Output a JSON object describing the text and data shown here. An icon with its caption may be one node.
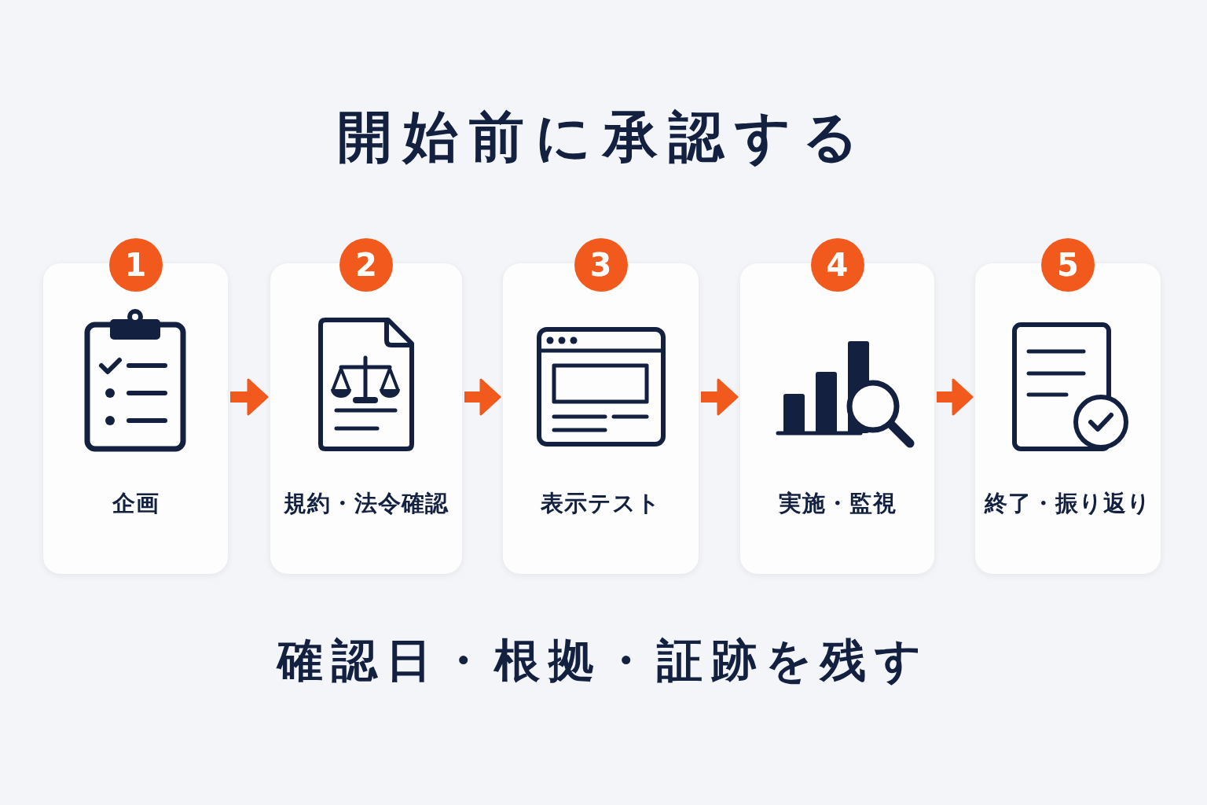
{
  "diagram": {
    "title": "開始前に承認する",
    "nodes": [
      {
        "text": [
          "1",
          "企画"
        ]
      },
      {
        "text": [
          "2",
          "規約・法令確認"
        ]
      },
      {
        "text": [
          "3",
          "表示テスト"
        ]
      },
      {
        "text": [
          "4",
          "実施・監視"
        ]
      },
      {
        "text": [
          "5",
          "終了・振り返り"
        ]
      }
    ],
    "edges": [
      {
        "from": 0,
        "to": 1,
        "arrow": "to"
      },
      {
        "from": 1,
        "to": 2,
        "arrow": "to"
      },
      {
        "from": 2,
        "to": 3,
        "arrow": "to"
      },
      {
        "from": 3,
        "to": 4,
        "arrow": "to"
      }
    ],
    "caption": "確認日・根拠・証跡を残す"
  }
}
